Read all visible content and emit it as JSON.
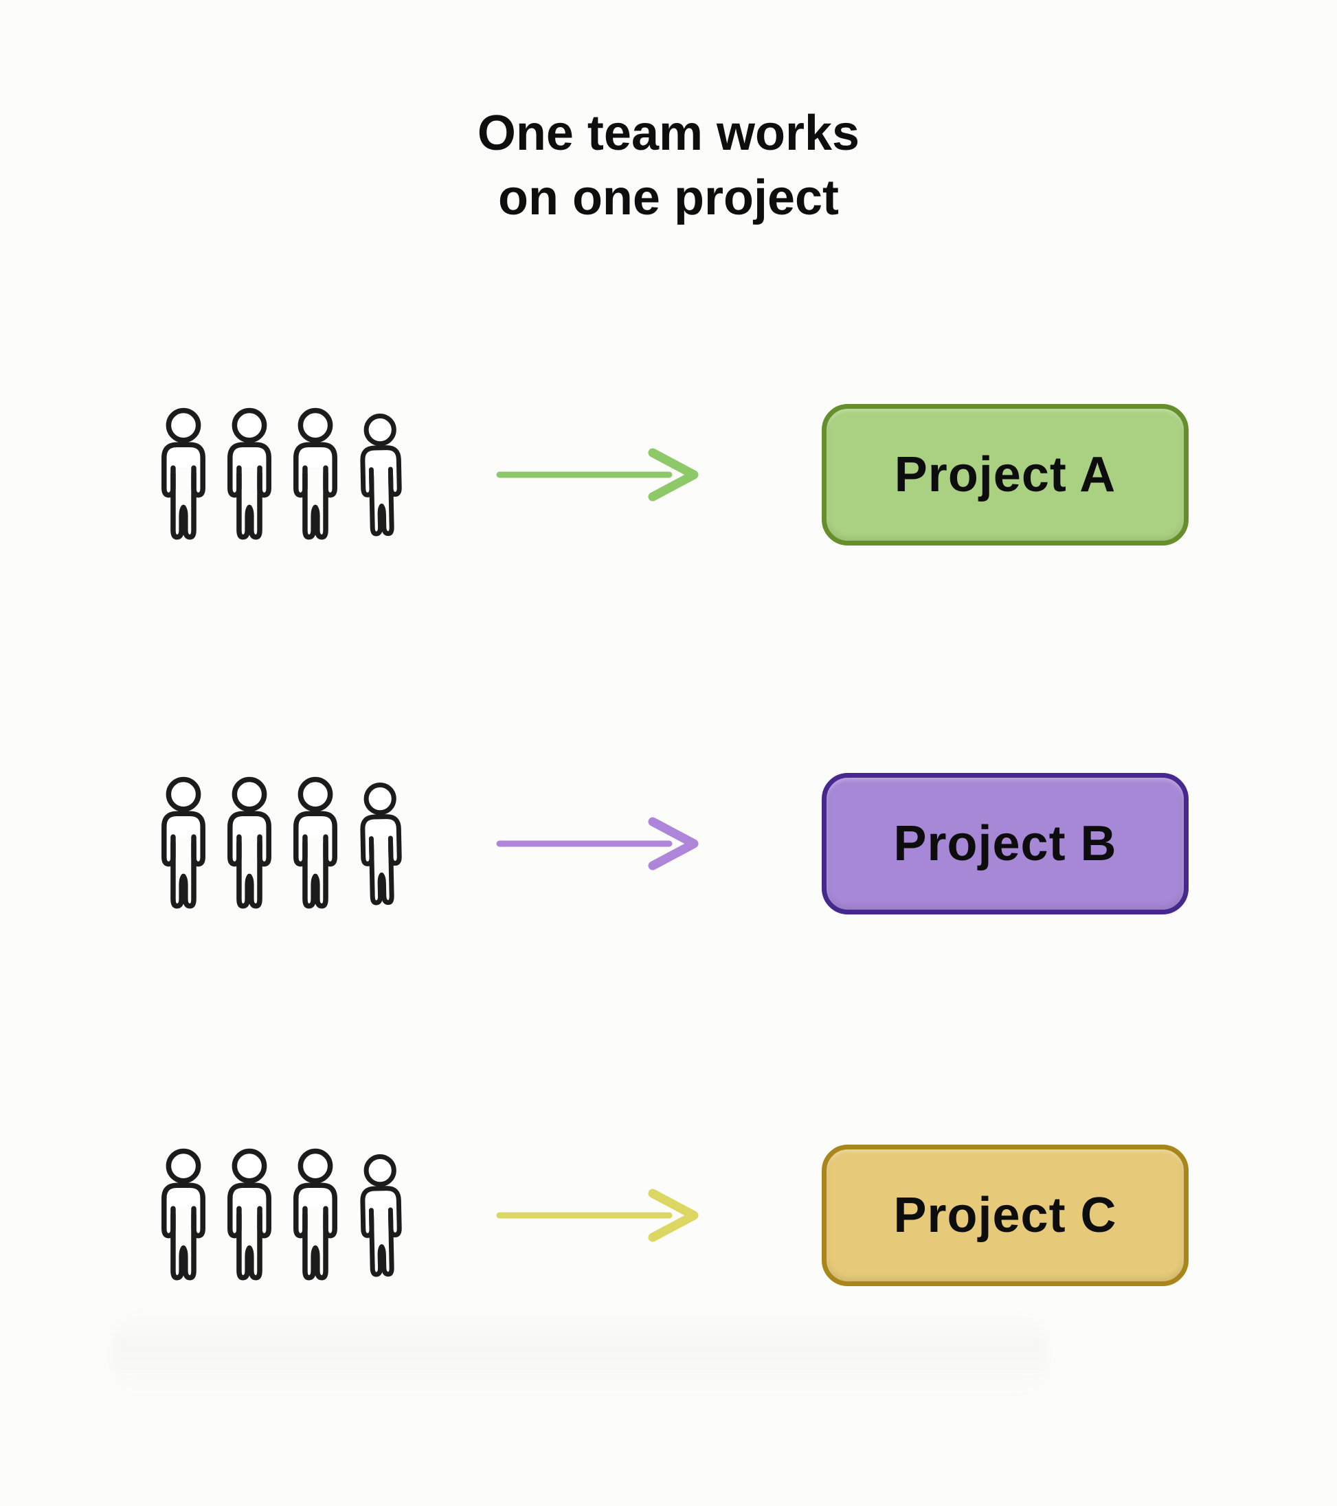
{
  "title": {
    "line1": "One team works",
    "line2": "on one project"
  },
  "teams": [
    {
      "member_count": 4,
      "project_label": "Project A",
      "box_fill_color": "#aad182",
      "box_border_color": "#668f2c",
      "arrow_color": "#8dc968"
    },
    {
      "member_count": 4,
      "project_label": "Project B",
      "box_fill_color": "#a788d6",
      "box_border_color": "#46288f",
      "arrow_color": "#ae85d8"
    },
    {
      "member_count": 4,
      "project_label": "Project C",
      "box_fill_color": "#e6ca79",
      "box_border_color": "#a8861c",
      "arrow_color": "#dcd763"
    }
  ],
  "icons": {
    "person": "person-icon",
    "arrow": "arrow-right-icon"
  },
  "colors": {
    "background": "#fcfcfb",
    "title_text": "#0e0e0e",
    "box_label_text": "#0d0d0d",
    "person_outline": "#1c1c1c"
  }
}
